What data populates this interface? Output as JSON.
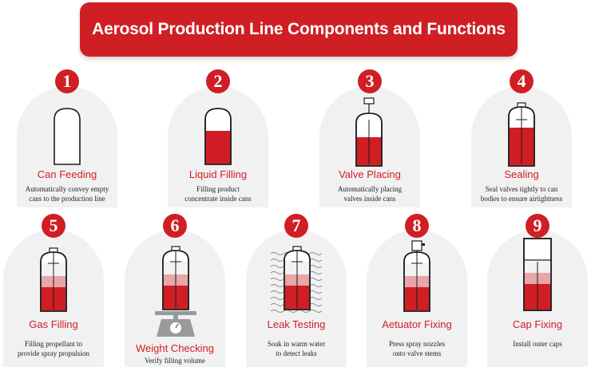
{
  "header": {
    "title": "Aerosol Production Line Components and Functions"
  },
  "colors": {
    "accent": "#cf1f24",
    "card_bg": "#f1f1f1",
    "icon_stroke": "#1a1a1a"
  },
  "steps": [
    {
      "number": "1",
      "title": "Can Feeding",
      "desc1": "Automatically convey empty",
      "desc2": "cans to the production line",
      "icon": "empty-can-icon"
    },
    {
      "number": "2",
      "title": "Liquid Filling",
      "desc1": "Filling product",
      "desc2": "concentrate inside cans",
      "icon": "liquid-filled-can-icon"
    },
    {
      "number": "3",
      "title": "Valve Placing",
      "desc1": "Automatically placing",
      "desc2": "valves inside cans",
      "icon": "valve-can-icon"
    },
    {
      "number": "4",
      "title": "Sealing",
      "desc1": "Seal valves tightly to can",
      "desc2": "bodies to ensure airtightness",
      "icon": "sealed-can-icon"
    },
    {
      "number": "5",
      "title": "Gas Filling",
      "desc1": "Filling propellant to",
      "desc2": "provide spray propulsion",
      "icon": "gas-filled-can-icon"
    },
    {
      "number": "6",
      "title": "Weight Checking",
      "desc1": "Verify filling volume",
      "desc2": "",
      "icon": "scale-can-icon"
    },
    {
      "number": "7",
      "title": "Leak Testing",
      "desc1": "Soak in warm water",
      "desc2": "to detect leaks",
      "icon": "water-bath-can-icon"
    },
    {
      "number": "8",
      "title": "Aetuator Fixing",
      "desc1": "Press spray nozzles",
      "desc2": "onto valve stems",
      "icon": "actuator-can-icon"
    },
    {
      "number": "9",
      "title": "Cap Fixing",
      "desc1": "Install outer caps",
      "desc2": "",
      "icon": "capped-can-icon"
    }
  ]
}
